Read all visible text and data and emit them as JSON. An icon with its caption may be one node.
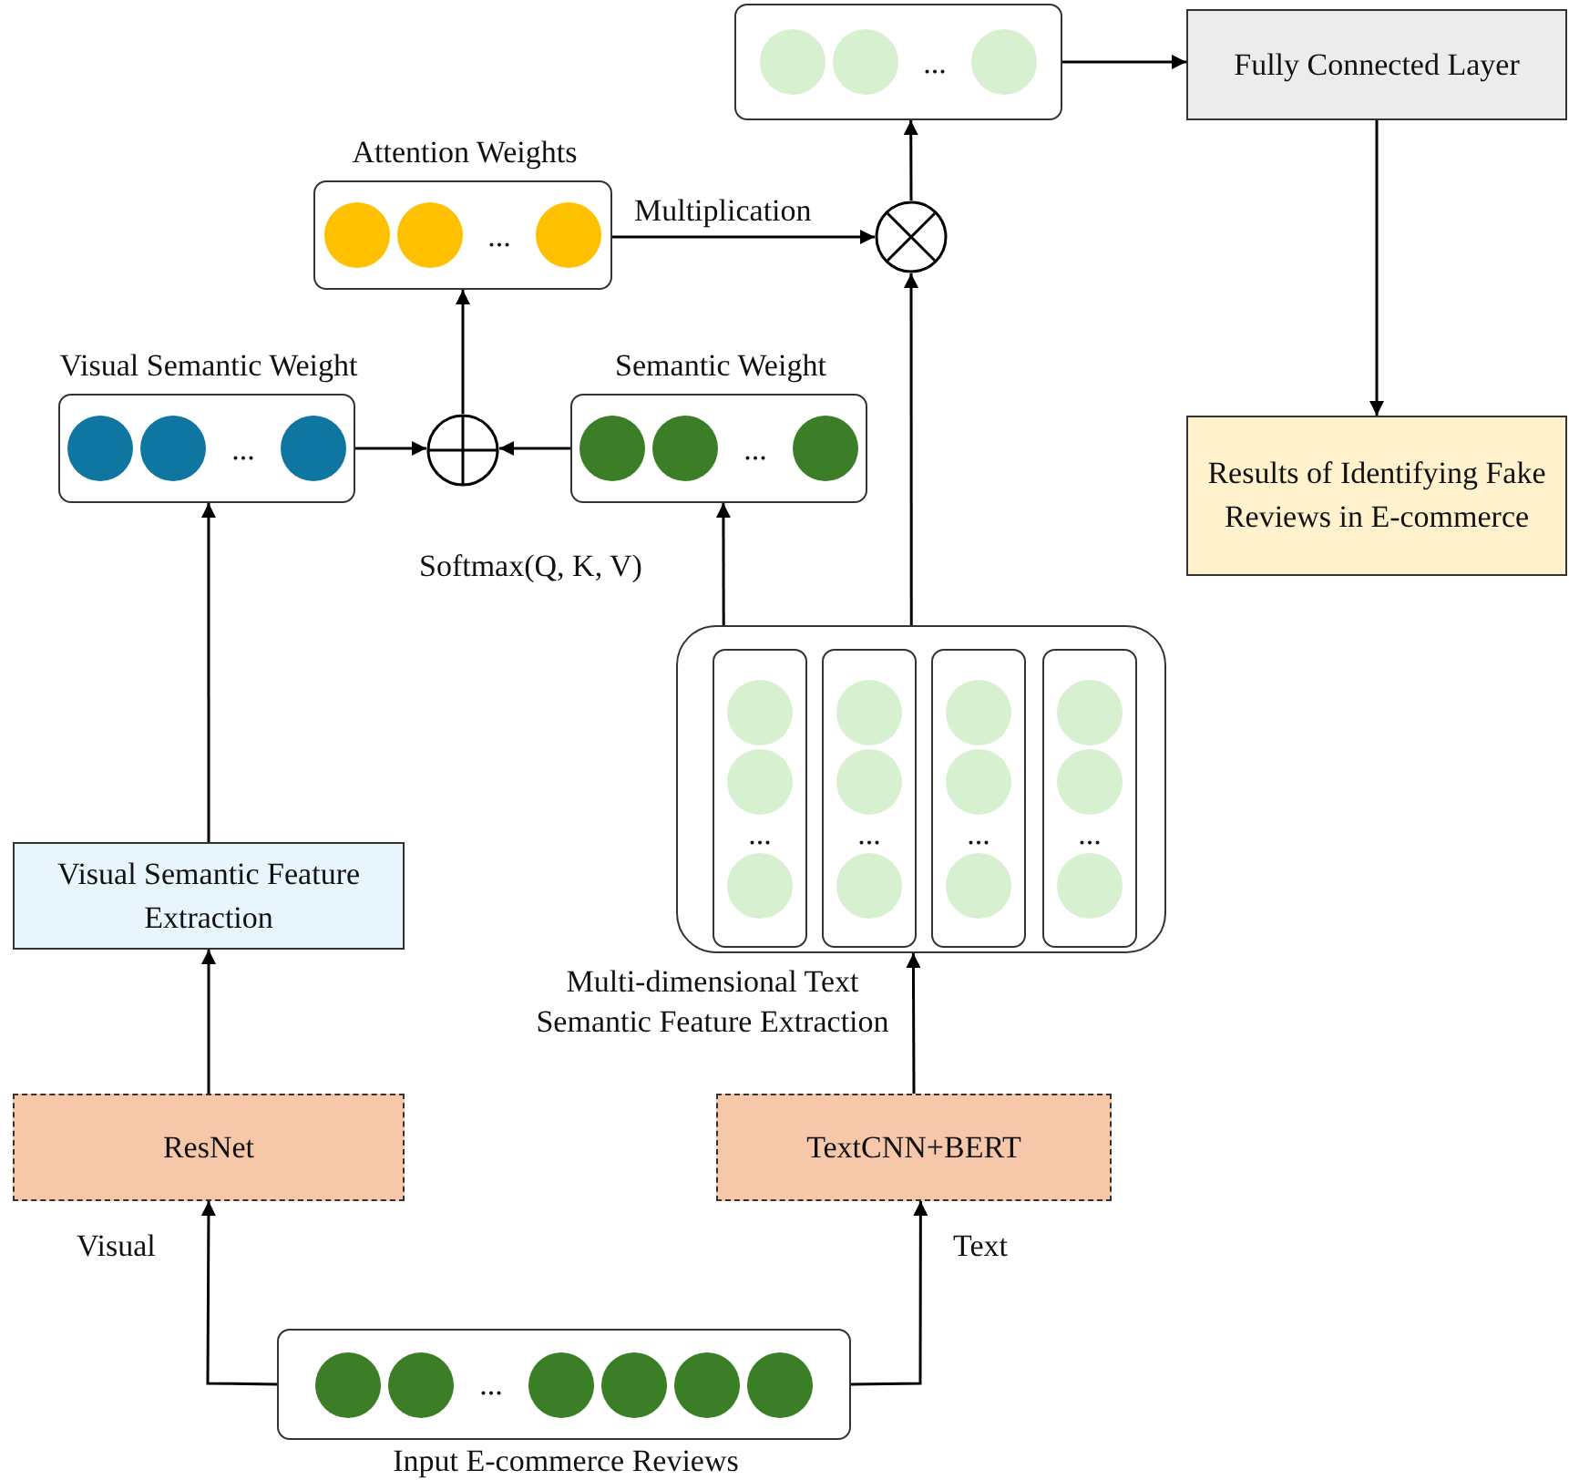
{
  "diagram": {
    "nodes": [
      {
        "text": [
          "..."
        ]
      },
      {
        "text": [
          "Fully Connected Layer"
        ]
      },
      {
        "text": [
          "Attention Weights",
          "..."
        ]
      },
      {
        "text": [],
        "shape": "circle"
      },
      {
        "text": [
          "Visual Semantic Weight",
          "..."
        ]
      },
      {
        "text": [],
        "shape": "circle"
      },
      {
        "text": [
          "Semantic Weight",
          "..."
        ]
      },
      {
        "text": [
          "Results of Identifying Fake Reviews in E-commerce"
        ]
      },
      {
        "text": [
          "Multi-dimensional Text Semantic Feature Extraction"
        ]
      },
      {
        "text": [
          "..."
        ],
        "in": 8
      },
      {
        "text": [
          "..."
        ],
        "in": 8
      },
      {
        "text": [
          "..."
        ],
        "in": 8
      },
      {
        "text": [
          "..."
        ],
        "in": 8
      },
      {
        "text": [
          "Visual Semantic Feature Extraction"
        ]
      },
      {
        "text": [
          "ResNet"
        ]
      },
      {
        "text": [
          "TextCNN+BERT"
        ]
      },
      {
        "text": [
          "...",
          "Input E-commerce Reviews"
        ]
      }
    ],
    "edges": [
      {
        "from": 16,
        "to": 14,
        "arrow": "to",
        "label": "Visual"
      },
      {
        "from": 16,
        "to": 15,
        "arrow": "to",
        "label": "Text"
      },
      {
        "from": 14,
        "to": 13,
        "arrow": "to"
      },
      {
        "from": 15,
        "to": 8,
        "arrow": "to"
      },
      {
        "from": 13,
        "to": 4,
        "arrow": "to"
      },
      {
        "from": 8,
        "to": 6,
        "arrow": "to",
        "label": "Softmax(Q, K, V)"
      },
      {
        "from": 8,
        "to": 3,
        "arrow": "to"
      },
      {
        "from": 4,
        "to": 5,
        "arrow": "to"
      },
      {
        "from": 6,
        "to": 5,
        "arrow": "to"
      },
      {
        "from": 5,
        "to": 2,
        "arrow": "to"
      },
      {
        "from": 2,
        "to": 3,
        "arrow": "to",
        "label": "Multiplication"
      },
      {
        "from": 3,
        "to": 0,
        "arrow": "to"
      },
      {
        "from": 0,
        "to": 1,
        "arrow": "to"
      },
      {
        "from": 1,
        "to": 7,
        "arrow": "to"
      }
    ]
  }
}
